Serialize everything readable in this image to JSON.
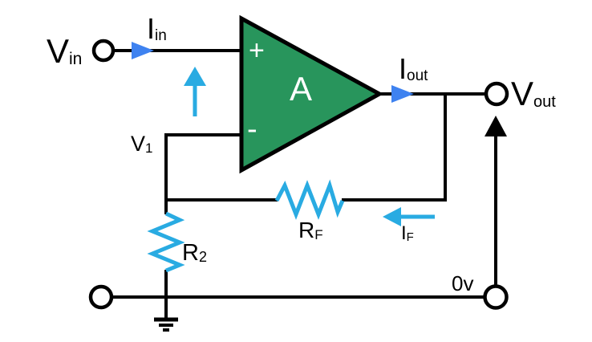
{
  "diagram": {
    "labels": {
      "vin": {
        "main": "V",
        "sub": "in"
      },
      "iin": {
        "main": "I",
        "sub": "in"
      },
      "opamp_plus": "+",
      "opamp_minus": "-",
      "opamp_gain": "A",
      "iout": {
        "main": "I",
        "sub": "out"
      },
      "vout": {
        "main": "V",
        "sub": "out"
      },
      "v1": {
        "main": "V",
        "sub": "1"
      },
      "rf": {
        "main": "R",
        "sub": "F"
      },
      "if": {
        "main": "I",
        "sub": "F"
      },
      "r2": {
        "main": "R",
        "sub": "2"
      },
      "zero_volt": "0v"
    },
    "colors": {
      "opamp_fill": "#28955C",
      "opamp_text": "#FFFFFF",
      "wire": "#000000",
      "resistor_cyan": "#29ABE2",
      "current_arrow_cyan": "#29ABE2",
      "current_arrow_blue": "#3E82F0",
      "background": "#FFFFFF"
    }
  }
}
